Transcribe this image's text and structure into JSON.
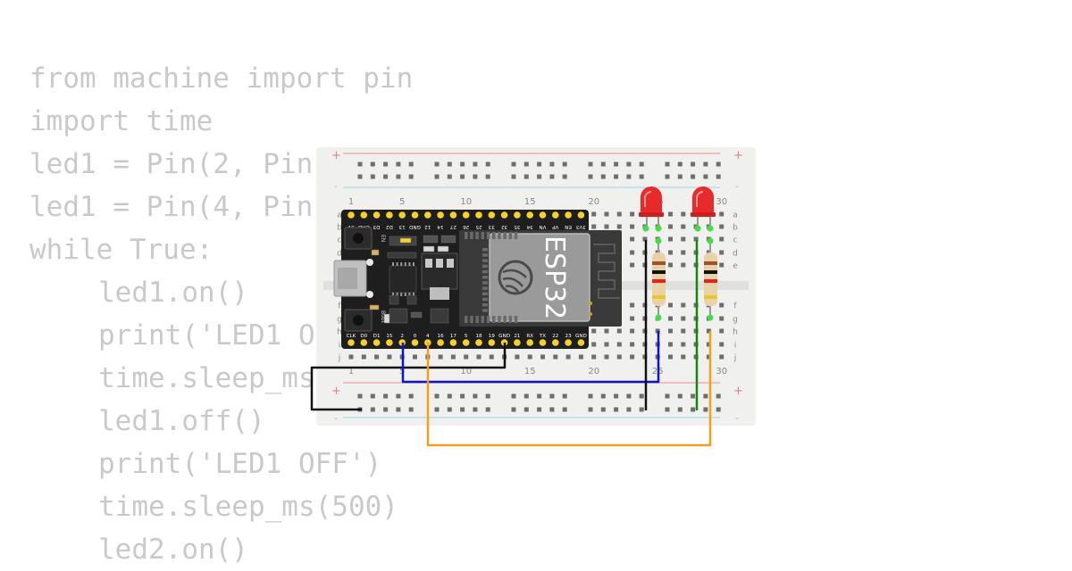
{
  "code": {
    "lines": [
      {
        "text": "from machine import pin",
        "indent": false
      },
      {
        "text": "import time",
        "indent": false
      },
      {
        "text": "led1 = Pin(2, Pin",
        "indent": false
      },
      {
        "text": "led1 = Pin(4, Pin",
        "indent": false
      },
      {
        "text": "while True:",
        "indent": false
      },
      {
        "text": "led1.on()",
        "indent": true
      },
      {
        "text": "print('LED1 O",
        "indent": true
      },
      {
        "text": "time.sleep_ms",
        "indent": true
      },
      {
        "text": "led1.off()",
        "indent": true
      },
      {
        "text": "print('LED1 OFF')",
        "indent": true
      },
      {
        "text": "time.sleep_ms(500)",
        "indent": true
      },
      {
        "text": "led2.on()",
        "indent": true
      }
    ]
  },
  "breadboard": {
    "column_numbers": [
      "1",
      "5",
      "10",
      "15",
      "20",
      "25",
      "30"
    ],
    "row_letters_top": [
      "a",
      "b",
      "c",
      "d",
      "e"
    ],
    "row_letters_bottom": [
      "f",
      "g",
      "h",
      "i",
      "j"
    ],
    "plus_sign": "+",
    "minus_sign": "-"
  },
  "esp32": {
    "module_label": "ESP32",
    "top_pin_labels": [
      "3V3",
      "EN",
      "VP",
      "VN",
      "34",
      "35",
      "32",
      "33",
      "25",
      "26",
      "27",
      "14",
      "12",
      "GND",
      "13",
      "D2",
      "D3",
      "CMD",
      "5V"
    ],
    "bottom_pin_labels": [
      "GND",
      "23",
      "22",
      "TX",
      "RX",
      "21",
      "GND",
      "19",
      "18",
      "5",
      "17",
      "16",
      "4",
      "0",
      "2",
      "15",
      "D1",
      "D0",
      "CLK"
    ],
    "en_label": "EN",
    "boot_label": "Boot"
  },
  "colors": {
    "wire_black": "#111111",
    "wire_blue": "#0a14c8",
    "wire_orange": "#f0a020",
    "wire_green": "#118811",
    "led_red": "#e82a2a",
    "rail_red": "#f2a0a0",
    "rail_blue": "#a8dcec",
    "breadboard": "#f0f0ee",
    "board": "#1e1e1e",
    "pin_gold": "#f5d22a",
    "highlight_green": "#44dd44"
  }
}
